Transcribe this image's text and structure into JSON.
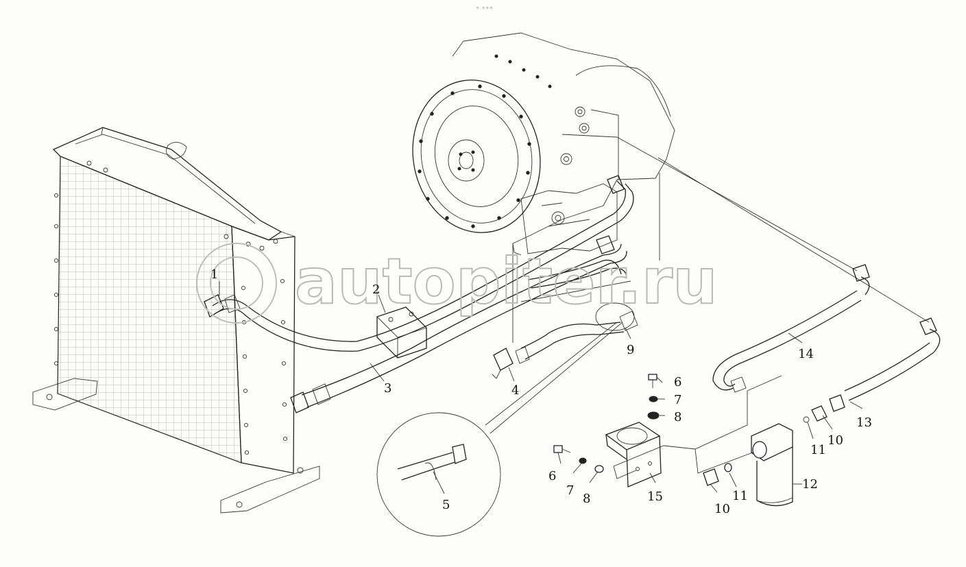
{
  "diagram": {
    "watermark": "autopiter.ru",
    "top_mark": "∘ ∘∘∘",
    "callouts": [
      {
        "id": "c1",
        "label": "1"
      },
      {
        "id": "c2",
        "label": "2"
      },
      {
        "id": "c3",
        "label": "3"
      },
      {
        "id": "c4",
        "label": "4"
      },
      {
        "id": "c5",
        "label": "5"
      },
      {
        "id": "c6a",
        "label": "6"
      },
      {
        "id": "c7a",
        "label": "7"
      },
      {
        "id": "c8a",
        "label": "8"
      },
      {
        "id": "c6b",
        "label": "6"
      },
      {
        "id": "c7b",
        "label": "7"
      },
      {
        "id": "c8b",
        "label": "8"
      },
      {
        "id": "c9",
        "label": "9"
      },
      {
        "id": "c10a",
        "label": "10"
      },
      {
        "id": "c11a",
        "label": "11"
      },
      {
        "id": "c10b",
        "label": "10"
      },
      {
        "id": "c11b",
        "label": "11"
      },
      {
        "id": "c12",
        "label": "12"
      },
      {
        "id": "c13",
        "label": "13"
      },
      {
        "id": "c14",
        "label": "14"
      },
      {
        "id": "c15",
        "label": "15"
      }
    ]
  }
}
